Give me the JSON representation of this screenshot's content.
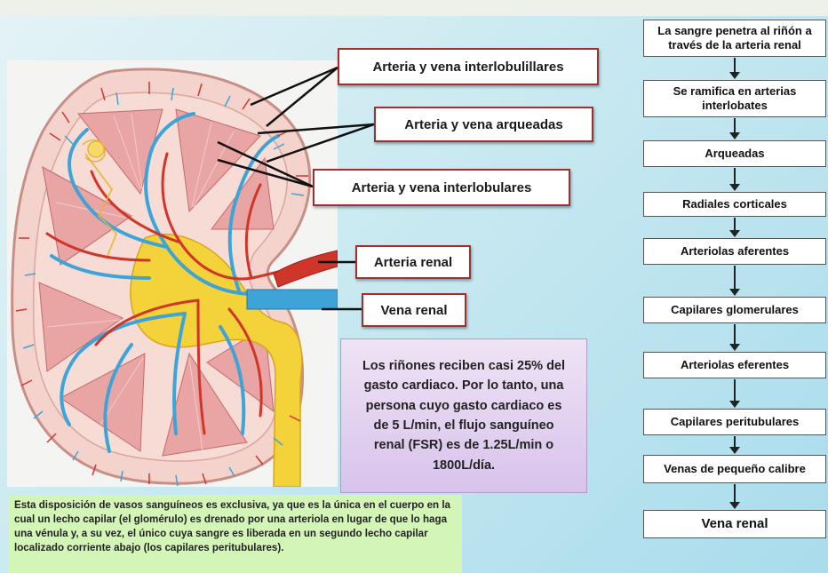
{
  "labels": {
    "interlobulillares": "Arteria y vena interlobulillares",
    "arqueadas": "Arteria y vena arqueadas",
    "interlobulares": "Arteria y vena interlobulares",
    "arteria_renal": "Arteria renal",
    "vena_renal": "Vena renal"
  },
  "flow": {
    "steps": [
      "La sangre penetra al riñón a través de la arteria renal",
      "Se ramifica en arterias interlobates",
      "Arqueadas",
      "Radiales corticales",
      "Arteriolas aferentes",
      "Capilares glomerulares",
      "Arteriolas eferentes",
      "Capilares peritubulares",
      "Venas de pequeño calibre",
      "Vena renal"
    ]
  },
  "info": {
    "text": "Los riñones reciben casi 25% del gasto cardiaco. Por lo tanto, una persona cuyo gasto cardiaco es de 5 L/min, el flujo sanguíneo renal (FSR) es de 1.25L/min o 1800L/día."
  },
  "note": {
    "text": "Esta disposición de vasos sanguíneos es exclusiva, ya que es la única en el cuerpo en la cual un lecho capilar (el glomérulo) es drenado por una arteriola en lugar de que lo haga una vénula y, a su vez, el único cuya sangre es liberada en un segundo lecho capilar localizado corriente abajo (los capilares peritubulares)."
  },
  "colors": {
    "artery": "#d0352a",
    "vein": "#3ea4d8",
    "label_border": "#a32e2e",
    "cortex": "#f3d3cc",
    "pyramid": "#e9a4a4",
    "pelvis": "#f4d23a"
  }
}
